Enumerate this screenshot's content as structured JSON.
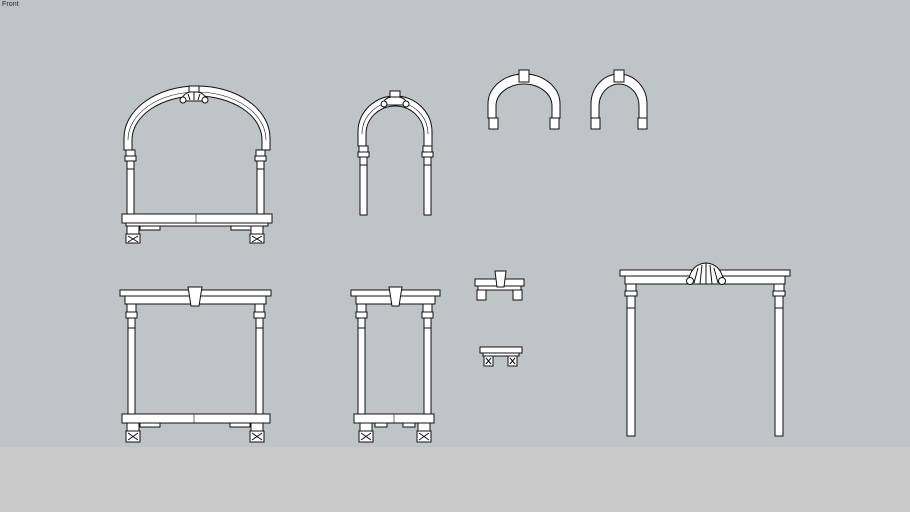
{
  "viewport": {
    "view_label": "Front",
    "sky_color": "#bfc4c7",
    "ground_color": "#c9c9c9",
    "line_color": "#111111"
  },
  "components": [
    {
      "name": "arched-frame-large",
      "icon": "arch-window-icon"
    },
    {
      "name": "arched-frame-narrow",
      "icon": "arch-window-icon"
    },
    {
      "name": "arch-top-small-1",
      "icon": "arch-icon"
    },
    {
      "name": "arch-top-small-2",
      "icon": "arch-icon"
    },
    {
      "name": "square-frame-large",
      "icon": "frame-icon"
    },
    {
      "name": "square-frame-narrow",
      "icon": "frame-icon"
    },
    {
      "name": "lintel-piece",
      "icon": "lintel-icon"
    },
    {
      "name": "sill-piece",
      "icon": "sill-icon"
    },
    {
      "name": "door-frame-crest",
      "icon": "door-frame-icon"
    }
  ]
}
